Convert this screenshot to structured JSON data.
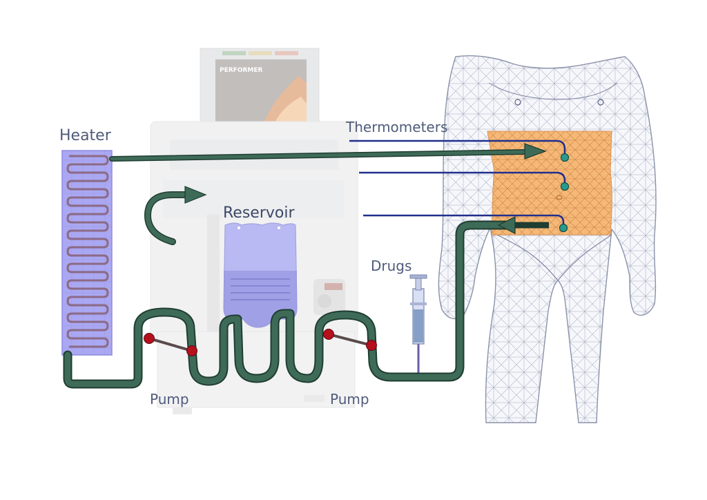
{
  "labels": {
    "heater": "Heater",
    "thermometers": "Thermometers",
    "reservoir": "Reservoir",
    "drugs": "Drugs",
    "pump_left": "Pump",
    "pump_right": "Pump"
  },
  "machine_screen_text": "PERFORMER",
  "colors": {
    "tube": "#3e6b58",
    "tube_light": "#6f9b86",
    "heater_fill": "#aaa8f2",
    "heater_coil": "#8c6a86",
    "reservoir_fill": "#b9b9f3",
    "thermometer_wire": "#1f2f8c",
    "probe_tip": "#2a9a8c",
    "pump_ball": "#b5101c",
    "abdomen_fill": "#f5b36d",
    "label_text": "#4f5b7a"
  },
  "icons": {
    "heater": "heating-coil-icon",
    "reservoir": "fluid-bag-icon",
    "pump": "roller-pump-icon",
    "drugs": "syringe-icon",
    "body": "wireframe-human-torso",
    "machine": "perfusion-machine"
  }
}
